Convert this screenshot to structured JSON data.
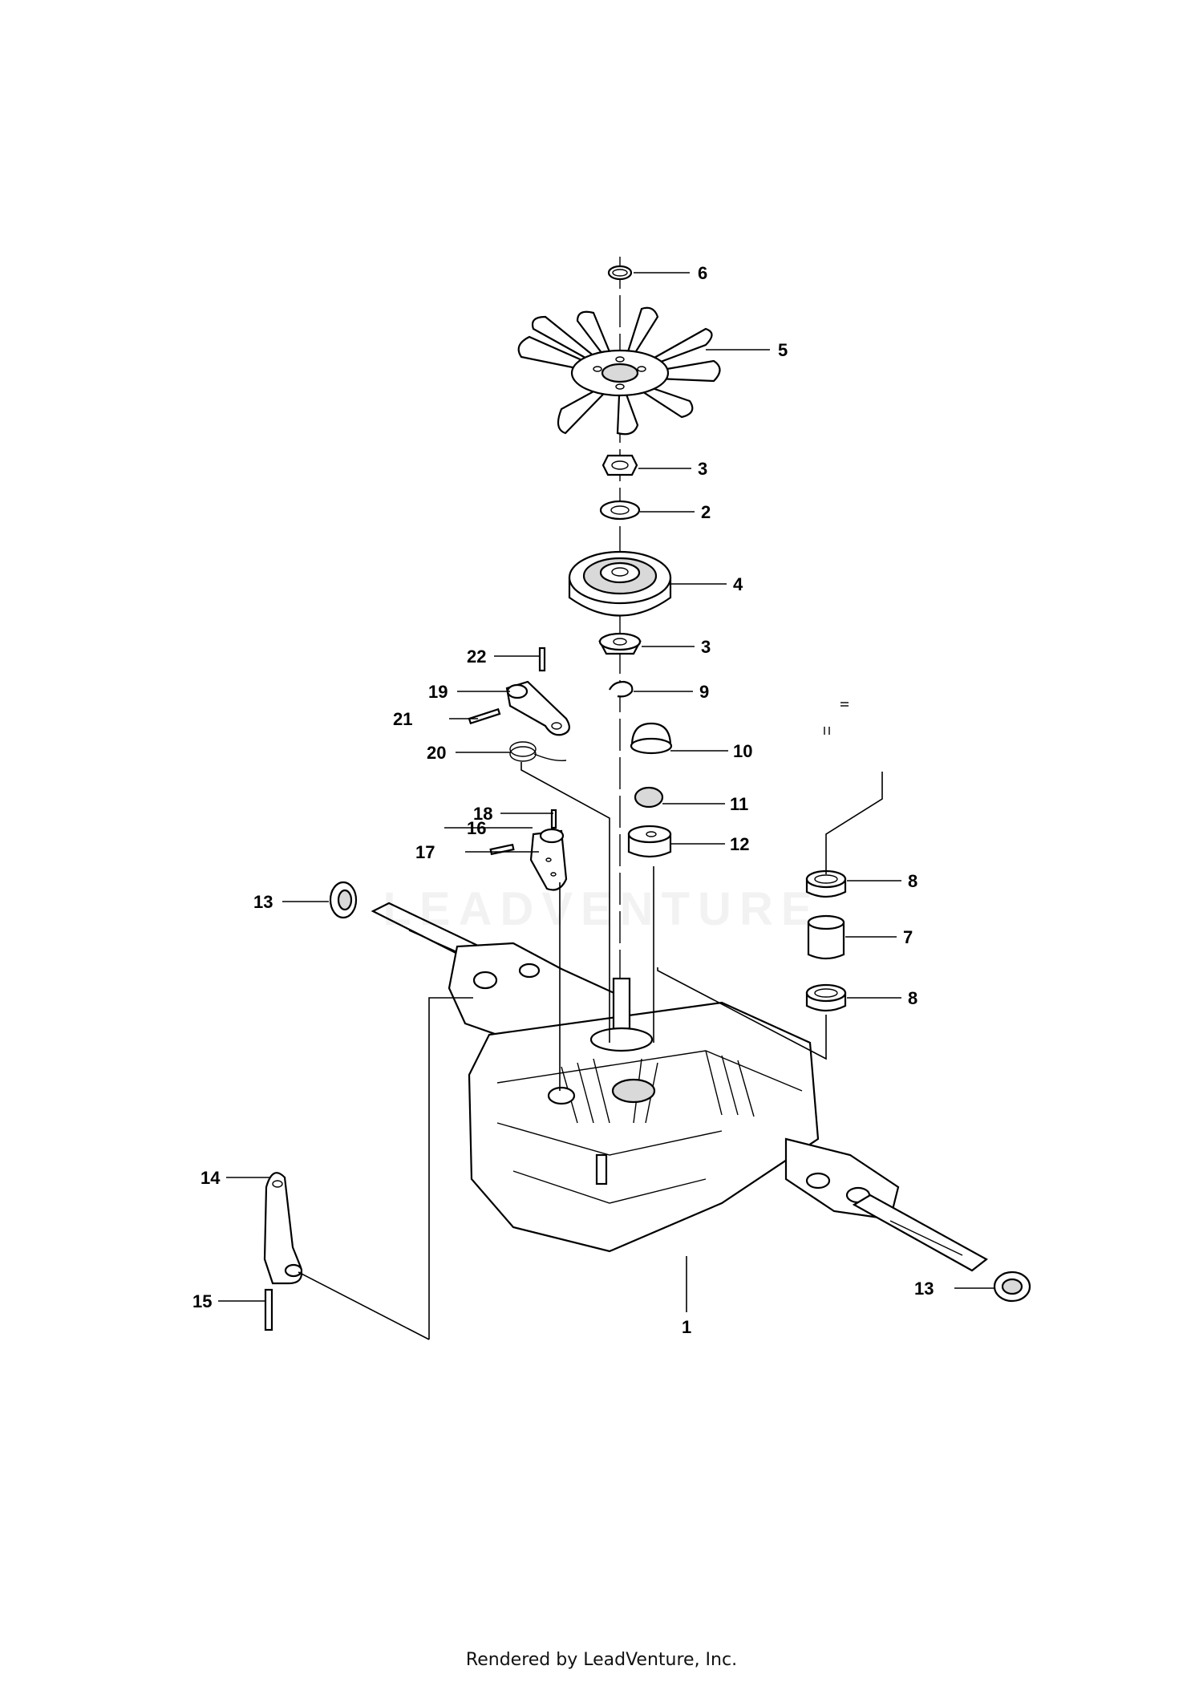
{
  "callouts": {
    "c1": "1",
    "c2": "2",
    "c3a": "3",
    "c3b": "3",
    "c4": "4",
    "c5": "5",
    "c6": "6",
    "c7": "7",
    "c8a": "8",
    "c8b": "8",
    "c9": "9",
    "c10": "10",
    "c11": "11",
    "c12": "12",
    "c13a": "13",
    "c13b": "13",
    "c14": "14",
    "c15": "15",
    "c16": "16",
    "c17": "17",
    "c18": "18",
    "c19": "19",
    "c20": "20",
    "c21": "21",
    "c22": "22"
  },
  "watermark": "LEADVENTURE",
  "footer": "Rendered by LeadVenture, Inc."
}
